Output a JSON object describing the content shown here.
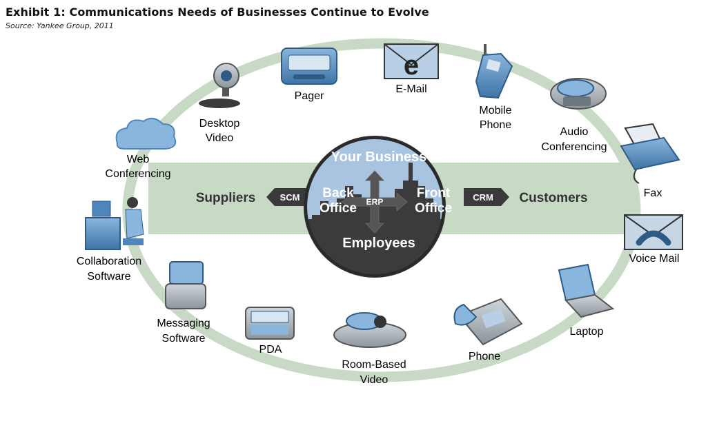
{
  "header": {
    "title": "Exhibit 1: Communications Needs of Businesses Continue to Evolve",
    "source": "Source: Yankee Group, 2011"
  },
  "hub": {
    "top": "Your Business",
    "bottom": "Employees",
    "left": [
      "Back",
      "Office"
    ],
    "right": [
      "Front",
      "Office"
    ],
    "center": "ERP"
  },
  "band": {
    "left_label": "Suppliers",
    "left_tag": "SCM",
    "right_label": "Customers",
    "right_tag": "CRM"
  },
  "devices": [
    {
      "id": "pager",
      "lines": [
        "Pager"
      ],
      "icon": "pager-icon"
    },
    {
      "id": "email",
      "lines": [
        "E-Mail"
      ],
      "icon": "email-icon"
    },
    {
      "id": "mobile-phone",
      "lines": [
        "Mobile",
        "Phone"
      ],
      "icon": "mobile-phone-icon"
    },
    {
      "id": "audio-conferencing",
      "lines": [
        "Audio",
        "Conferencing"
      ],
      "icon": "speakerphone-icon"
    },
    {
      "id": "fax",
      "lines": [
        "Fax"
      ],
      "icon": "fax-icon"
    },
    {
      "id": "voice-mail",
      "lines": [
        "Voice Mail"
      ],
      "icon": "voicemail-envelope-icon"
    },
    {
      "id": "laptop",
      "lines": [
        "Laptop"
      ],
      "icon": "laptop-icon"
    },
    {
      "id": "phone",
      "lines": [
        "Phone"
      ],
      "icon": "desk-phone-icon"
    },
    {
      "id": "room-based-video",
      "lines": [
        "Room-Based",
        "Video"
      ],
      "icon": "video-conference-camera-icon"
    },
    {
      "id": "pda",
      "lines": [
        "PDA"
      ],
      "icon": "pda-icon"
    },
    {
      "id": "messaging-software",
      "lines": [
        "Messaging",
        "Software"
      ],
      "icon": "handheld-messenger-icon"
    },
    {
      "id": "collaboration-software",
      "lines": [
        "Collaboration",
        "Software"
      ],
      "icon": "workstation-user-icon"
    },
    {
      "id": "web-conferencing",
      "lines": [
        "Web",
        "Conferencing"
      ],
      "icon": "cloud-icon"
    },
    {
      "id": "desktop-video",
      "lines": [
        "Desktop",
        "Video"
      ],
      "icon": "webcam-icon"
    }
  ],
  "colors": {
    "ring": "#c8d9c6",
    "band": "#c8d9c6",
    "hub_sky": "#a9c4e0",
    "hub_dark": "#3b3b3b",
    "icon_blue": "#4f86b9",
    "arrow": "#3a3a3a"
  }
}
